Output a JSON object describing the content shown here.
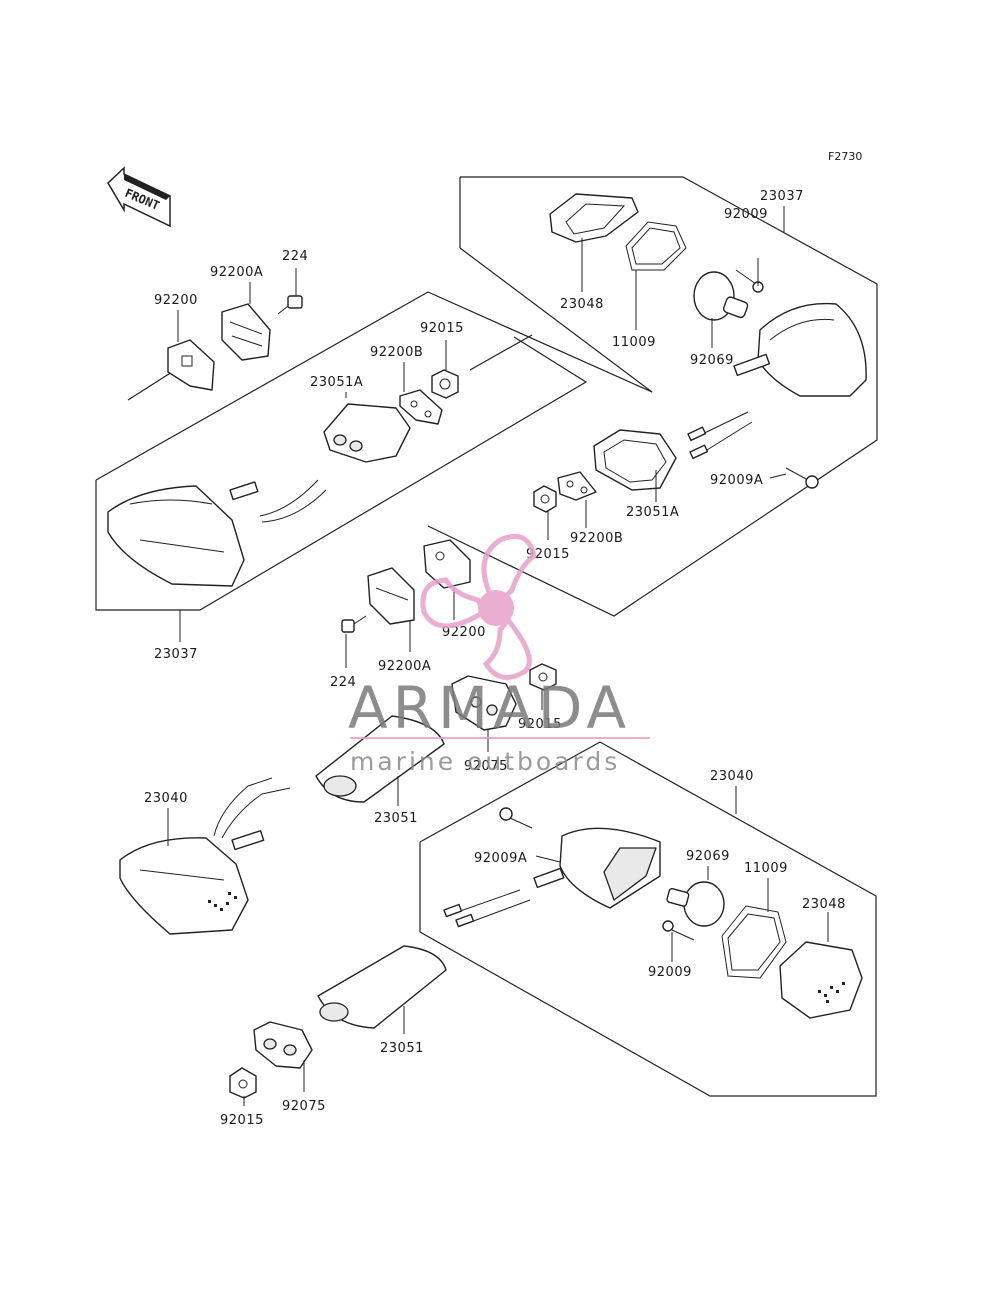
{
  "figure_code": "F2730",
  "front_label": "FRONT",
  "watermark": {
    "brand": "ARMADA",
    "tagline": "marine outboards",
    "color": "#e8a0c8"
  },
  "callouts": {
    "c23037_top": "23037",
    "c23048_top": "23048",
    "c11009_top": "11009",
    "c92009_top": "92009",
    "c92069_top": "92069",
    "c92009A_top": "92009A",
    "c23051A_right": "23051A",
    "c92200B_right": "92200B",
    "c92015_right": "92015",
    "c224_top": "224",
    "c92200A_top": "92200A",
    "c92200_top": "92200",
    "c92015_left": "92015",
    "c92200B_left": "92200B",
    "c23051A_left": "23051A",
    "c23037_left": "23037",
    "c92200_mid": "92200",
    "c92200A_mid": "92200A",
    "c224_mid": "224",
    "c92015_mid": "92015",
    "c92075_mid": "92075",
    "c23040_left": "23040",
    "c23051_mid": "23051",
    "c23040_right": "23040",
    "c92009A_bottom": "92009A",
    "c92069_bottom": "92069",
    "c11009_bottom": "11009",
    "c23048_bottom": "23048",
    "c92009_bottom": "92009",
    "c23051_bottom": "23051",
    "c92075_bottom": "92075",
    "c92015_bottom": "92015"
  }
}
